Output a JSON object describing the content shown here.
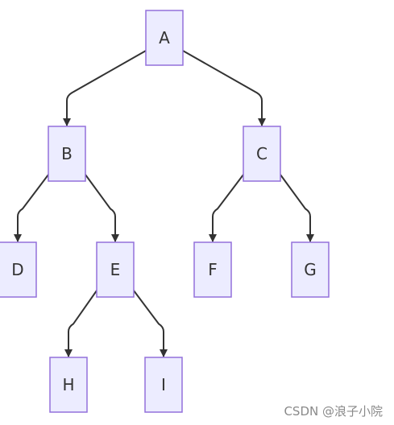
{
  "diagram": {
    "nodes": [
      {
        "id": "A",
        "label": "A"
      },
      {
        "id": "B",
        "label": "B"
      },
      {
        "id": "C",
        "label": "C"
      },
      {
        "id": "D",
        "label": "D"
      },
      {
        "id": "E",
        "label": "E"
      },
      {
        "id": "F",
        "label": "F"
      },
      {
        "id": "G",
        "label": "G"
      },
      {
        "id": "H",
        "label": "H"
      },
      {
        "id": "I",
        "label": "I"
      }
    ],
    "edges": [
      {
        "from": "A",
        "to": "B"
      },
      {
        "from": "A",
        "to": "C"
      },
      {
        "from": "B",
        "to": "D"
      },
      {
        "from": "B",
        "to": "E"
      },
      {
        "from": "C",
        "to": "F"
      },
      {
        "from": "C",
        "to": "G"
      },
      {
        "from": "E",
        "to": "H"
      },
      {
        "from": "E",
        "to": "I"
      }
    ],
    "colors": {
      "node_fill": "#ececff",
      "node_border": "#9370db",
      "edge": "#333333",
      "text": "#333333"
    }
  },
  "watermark": "CSDN @浪子小院"
}
